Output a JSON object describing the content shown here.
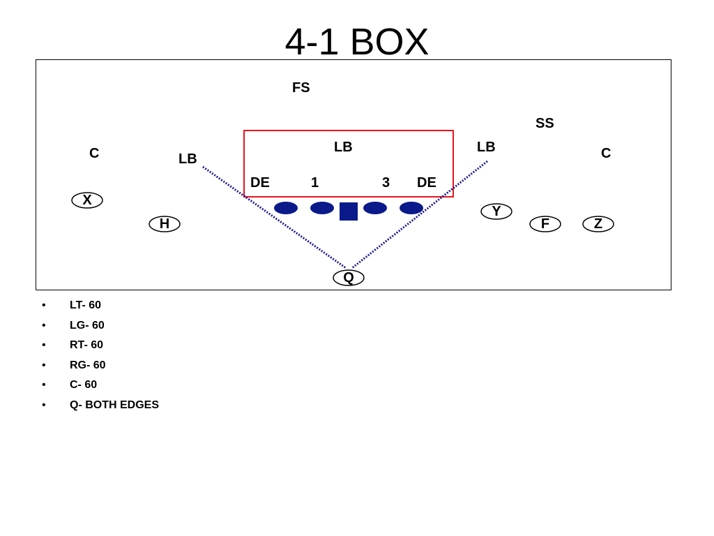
{
  "title": "4-1 BOX",
  "defense": {
    "fs": "FS",
    "ss": "SS",
    "c_left": "C",
    "c_right": "C",
    "lb_left": "LB",
    "lb_middle": "LB",
    "lb_right": "LB",
    "de_left": "DE",
    "tech_1": "1",
    "tech_3": "3",
    "de_right": "DE"
  },
  "offense": {
    "x": "X",
    "h": "H",
    "y": "Y",
    "f": "F",
    "z": "Z",
    "q": "Q"
  },
  "colors": {
    "box": "#e8141e",
    "line": "#1a1a8c",
    "lineman": "#0a1a8a"
  },
  "notes": [
    "LT- 60",
    "LG- 60",
    "RT- 60",
    "RG- 60",
    "C- 60",
    "Q- BOTH EDGES"
  ],
  "bullet": "•"
}
